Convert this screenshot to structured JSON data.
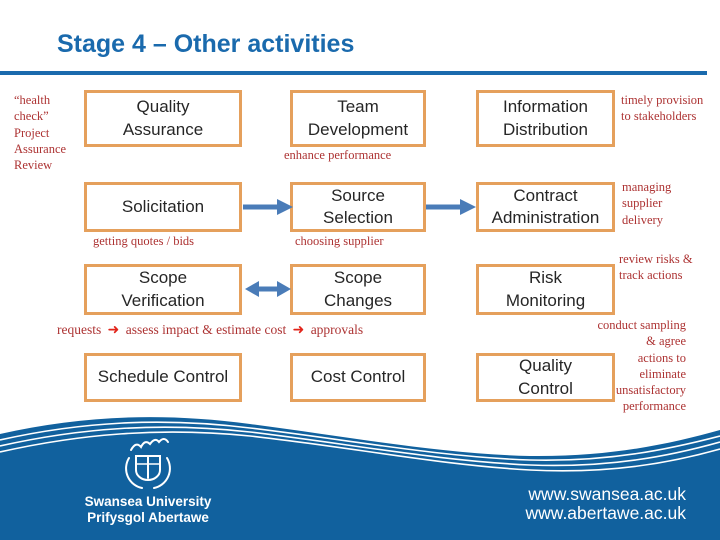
{
  "colors": {
    "title_blue": "#1A6AAD",
    "box_border_orange": "#E5A05C",
    "note_red": "#AD3333",
    "flow_arrow_red": "#E2251B",
    "connector_blue": "#4A7CB8",
    "footer_blue": "#11619E"
  },
  "header": {
    "title": "Stage 4 – Other activities"
  },
  "diagram": {
    "boxes": [
      {
        "label": "Quality\nAssurance"
      },
      {
        "label": "Team\nDevelopment"
      },
      {
        "label": "Information\nDistribution"
      },
      {
        "label": "Solicitation"
      },
      {
        "label": "Source\nSelection"
      },
      {
        "label": "Contract\nAdministration"
      },
      {
        "label": "Scope\nVerification"
      },
      {
        "label": "Scope\nChanges"
      },
      {
        "label": "Risk\nMonitoring"
      },
      {
        "label": "Schedule Control"
      },
      {
        "label": "Cost Control"
      },
      {
        "label": "Quality\nControl"
      }
    ],
    "notes": {
      "health_check": "“health check” Project Assurance Review",
      "timely": "timely provision\nto stakeholders",
      "enhance": "enhance performance",
      "managing": "managing\nsupplier\ndelivery",
      "getting": "getting quotes / bids",
      "choosing": "choosing supplier",
      "review": "review risks &\ntrack actions",
      "conduct": "conduct sampling\n& agree\nactions to\neliminate\nunsatisfactory\nperformance",
      "flow": {
        "step1": "requests",
        "step2": "assess impact & estimate cost",
        "step3": "approvals",
        "arrow": "➜"
      }
    }
  },
  "footer": {
    "university_name": "Swansea University",
    "university_name_welsh": "Prifysgol Abertawe",
    "url_primary": "www.swansea.ac.uk",
    "url_secondary": "www.abertawe.ac.uk"
  }
}
